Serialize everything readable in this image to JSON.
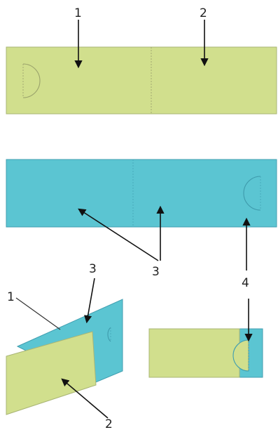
{
  "labels": {
    "top_1": "1",
    "top_2": "2",
    "middle_3": "3",
    "middle_4": "4",
    "bottom_1": "1",
    "bottom_3": "3",
    "bottom_2": "2"
  },
  "colors": {
    "green_panel": "#d1df8d",
    "green_edge": "#a9b575",
    "blue_panel": "#5bc5d2",
    "blue_edge": "#409eb0",
    "arrow": "#111111"
  }
}
